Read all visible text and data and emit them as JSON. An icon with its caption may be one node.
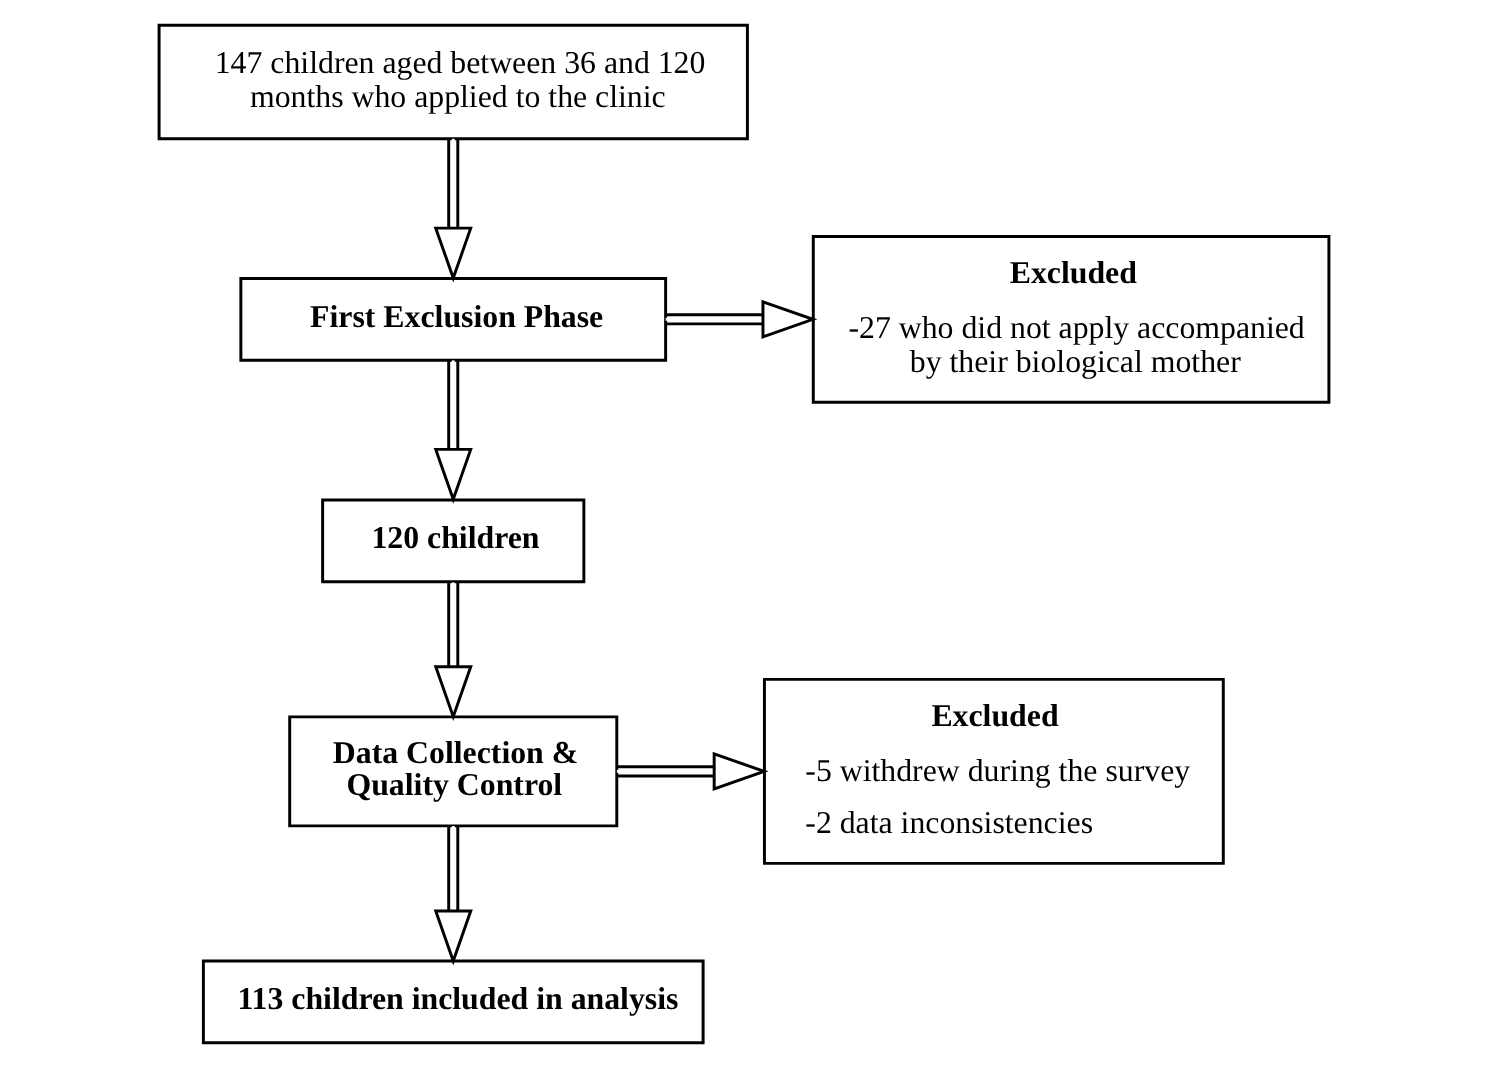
{
  "diagram": {
    "nodes": [
      {
        "text": [
          "147 children aged between 36 and 120 months who applied to the clinic"
        ]
      },
      {
        "text": [
          "First Exclusion Phase"
        ]
      },
      {
        "text": [
          "Excluded",
          "-27 who did not apply accompanied by their biological mother"
        ]
      },
      {
        "text": [
          "120 children"
        ]
      },
      {
        "text": [
          "Data Collection & Quality Control"
        ]
      },
      {
        "text": [
          "Excluded",
          "-5 withdrew during the survey",
          "-2 data inconsistencies"
        ]
      },
      {
        "text": [
          "113 children included in analysis"
        ]
      }
    ],
    "edges": [
      {
        "from": 0,
        "to": 1,
        "arrow": "to"
      },
      {
        "from": 1,
        "to": 2,
        "arrow": "to"
      },
      {
        "from": 1,
        "to": 3,
        "arrow": "to"
      },
      {
        "from": 3,
        "to": 4,
        "arrow": "to"
      },
      {
        "from": 4,
        "to": 5,
        "arrow": "to"
      },
      {
        "from": 4,
        "to": 6,
        "arrow": "to"
      }
    ]
  }
}
